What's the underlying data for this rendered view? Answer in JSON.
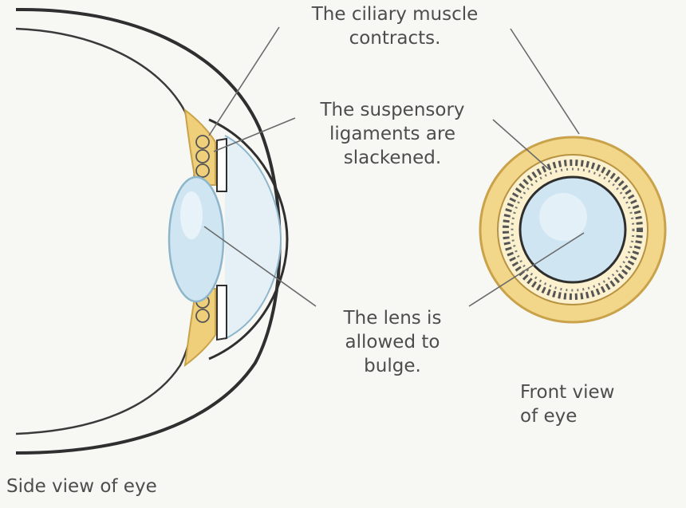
{
  "labels": {
    "ciliary_line1": "The ciliary muscle",
    "ciliary_line2": "contracts.",
    "suspensory_line1": "The suspensory",
    "suspensory_line2": "ligaments are",
    "suspensory_line3": "slackened.",
    "lens_line1": "The lens is",
    "lens_line2": "allowed to",
    "lens_line3": "bulge.",
    "front_line1": "Front view",
    "front_line2": "of eye",
    "side": "Side view of eye"
  },
  "colors": {
    "background": "#f7f7f4",
    "outline": "#2f2f2f",
    "lens_fill": "#cfe6f2",
    "lens_edge": "#8db6cc",
    "ciliary_fill": "#f0cf7a",
    "ciliary_edge": "#c9a24a",
    "leader_line": "#6a6a6a"
  }
}
